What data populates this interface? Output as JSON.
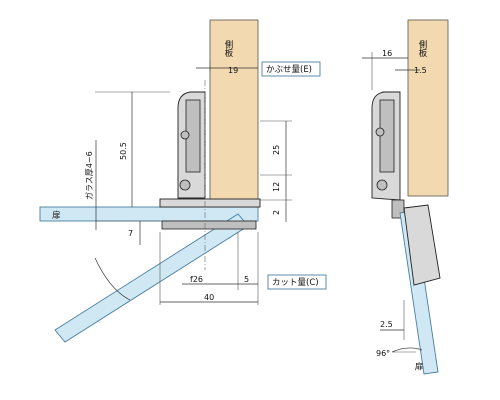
{
  "labels": {
    "side_panel": "側板",
    "overlay": "かぶせ量(E)",
    "cut_amount": "カット量(C)",
    "glass_thickness": "ガラス厚4~6",
    "door": "扉"
  },
  "dimensions": {
    "d19": "19",
    "d50_5": "50.5",
    "d25": "25",
    "d12": "12",
    "d2": "2",
    "d7": "7",
    "f26": "f26",
    "d5": "5",
    "d40": "40",
    "d16": "16",
    "d1_5": "1.5",
    "d2_5": "2.5",
    "angle96": "96°"
  },
  "colors": {
    "side_panel": "#f3d9b0",
    "glass": "#cfe8f4",
    "accent": "#4a7fa0"
  }
}
